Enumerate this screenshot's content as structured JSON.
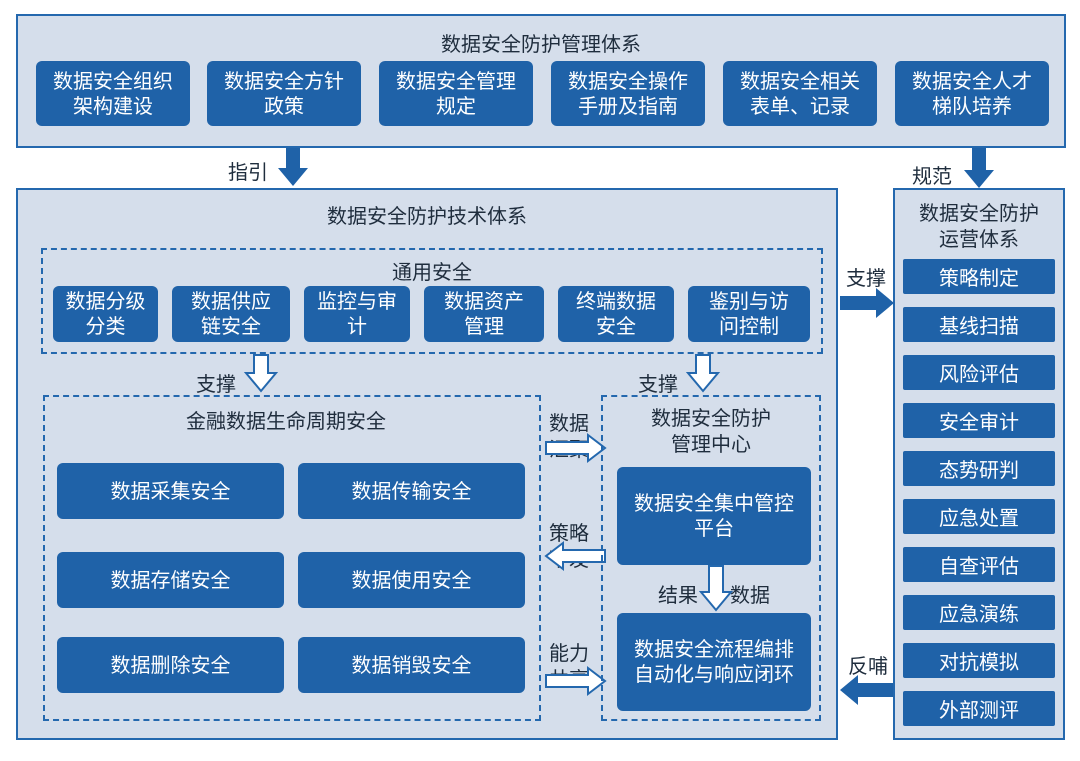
{
  "management": {
    "title": "数据安全防护管理体系",
    "items": [
      "数据安全组织\n架构建设",
      "数据安全方针\n政策",
      "数据安全管理\n规定",
      "数据安全操作\n手册及指南",
      "数据安全相关\n表单、记录",
      "数据安全人才\n梯队培养"
    ]
  },
  "labels": {
    "guide": "指引",
    "standard": "规范",
    "support_right": "支撑",
    "support_left": "支撑",
    "support_center": "支撑",
    "feedback": "反哺",
    "results": "结果",
    "data": "数据",
    "data_aggregation": "数据\n汇聚",
    "policy_dispatch": "策略\n下发",
    "capability_sharing": "能力\n共享"
  },
  "technical": {
    "title": "数据安全防护技术体系",
    "general": {
      "title": "通用安全",
      "items": [
        "数据分级\n分类",
        "数据供应\n链安全",
        "监控与审\n计",
        "数据资产\n管理",
        "终端数据\n安全",
        "鉴别与访\n问控制"
      ]
    },
    "lifecycle": {
      "title": "金融数据生命周期安全",
      "items": [
        "数据采集安全",
        "数据传输安全",
        "数据存储安全",
        "数据使用安全",
        "数据删除安全",
        "数据销毁安全"
      ]
    },
    "center": {
      "title": "数据安全防护\n管理中心",
      "platform": "数据安全集中管控\n平台",
      "automation": "数据安全流程编排\n自动化与响应闭环"
    }
  },
  "operations": {
    "title": "数据安全防护\n运营体系",
    "items": [
      "策略制定",
      "基线扫描",
      "风险评估",
      "安全审计",
      "态势研判",
      "应急处置",
      "自查评估",
      "应急演练",
      "对抗模拟",
      "外部测评"
    ]
  },
  "colors": {
    "box": "#1f62a8",
    "panel": "#d5deeb",
    "border": "#2468ae"
  }
}
